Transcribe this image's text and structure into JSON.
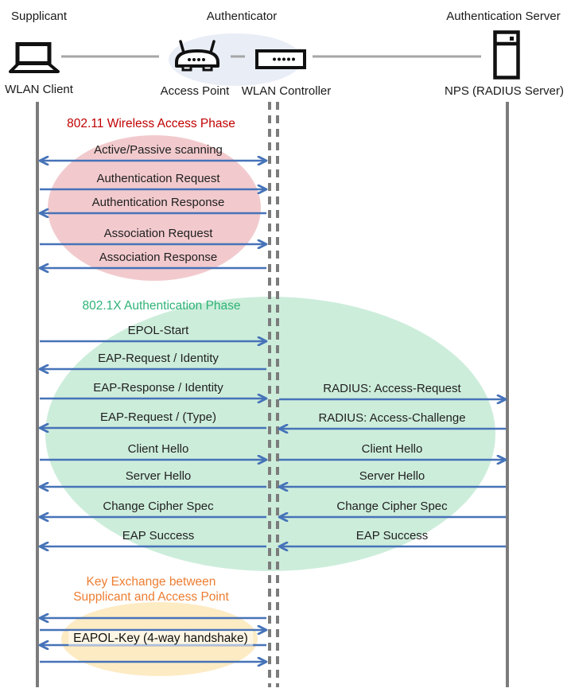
{
  "header": {
    "roles": [
      {
        "role": "Supplicant",
        "device": "WLAN Client",
        "icon": "laptop-icon"
      },
      {
        "role": "Authenticator",
        "devices": [
          {
            "label": "Access Point",
            "icon": "access-point-icon"
          },
          {
            "label": "WLAN Controller",
            "icon": "wlan-controller-icon"
          }
        ]
      },
      {
        "role": "Authentication Server",
        "device": "NPS (RADIUS Server)",
        "icon": "server-icon"
      }
    ]
  },
  "phases": [
    {
      "id": "wireless-access",
      "title": "802.11 Wireless Access Phase"
    },
    {
      "id": "dot1x-authentication",
      "title": "802.1X Authentication Phase"
    },
    {
      "id": "key-exchange",
      "title_lines": [
        "Key Exchange between",
        "Supplicant and Access Point"
      ],
      "message_label": "EAPOL-Key (4-way handshake)"
    }
  ],
  "messages": [
    {
      "label": "Active/Passive scanning",
      "from": "wlan-client",
      "to": "wlan-controller",
      "dir": "both"
    },
    {
      "label": "Authentication Request",
      "from": "wlan-client",
      "to": "wlan-controller",
      "dir": "right"
    },
    {
      "label": "Authentication Response",
      "from": "wlan-controller",
      "to": "wlan-client",
      "dir": "left"
    },
    {
      "label": "Association Request",
      "from": "wlan-client",
      "to": "wlan-controller",
      "dir": "right"
    },
    {
      "label": "Association Response",
      "from": "wlan-controller",
      "to": "wlan-client",
      "dir": "left"
    },
    {
      "label": "EPOL-Start",
      "from": "wlan-client",
      "to": "wlan-controller",
      "dir": "right"
    },
    {
      "label": "EAP-Request / Identity",
      "from": "wlan-controller",
      "to": "wlan-client",
      "dir": "left"
    },
    {
      "label": "EAP-Response / Identity",
      "from": "wlan-client",
      "to": "wlan-controller",
      "dir": "right"
    },
    {
      "label": "EAP-Request / (Type)",
      "from": "wlan-controller",
      "to": "wlan-client",
      "dir": "left"
    },
    {
      "label": "Client Hello",
      "from": "wlan-client",
      "to": "wlan-controller",
      "dir": "right"
    },
    {
      "label": "Server Hello",
      "from": "wlan-controller",
      "to": "wlan-client",
      "dir": "left"
    },
    {
      "label": "Change Cipher Spec",
      "from": "wlan-controller",
      "to": "wlan-client",
      "dir": "left"
    },
    {
      "label": "EAP Success",
      "from": "wlan-controller",
      "to": "wlan-client",
      "dir": "left"
    },
    {
      "label": "RADIUS: Access-Request",
      "from": "wlan-controller",
      "to": "radius-server",
      "dir": "right"
    },
    {
      "label": "RADIUS: Access-Challenge",
      "from": "radius-server",
      "to": "wlan-controller",
      "dir": "left"
    },
    {
      "label": "Client Hello",
      "from": "wlan-controller",
      "to": "radius-server",
      "dir": "right"
    },
    {
      "label": "Server Hello",
      "from": "radius-server",
      "to": "wlan-controller",
      "dir": "left"
    },
    {
      "label": "Change Cipher Spec",
      "from": "radius-server",
      "to": "wlan-controller",
      "dir": "left"
    },
    {
      "label": "EAP Success",
      "from": "radius-server",
      "to": "wlan-controller",
      "dir": "left"
    },
    {
      "label": "",
      "from": "wlan-controller",
      "to": "wlan-client",
      "dir": "left"
    },
    {
      "label": "",
      "from": "wlan-client",
      "to": "wlan-controller",
      "dir": "right"
    },
    {
      "label": "",
      "from": "wlan-controller",
      "to": "wlan-client",
      "dir": "left"
    },
    {
      "label": "",
      "from": "wlan-client",
      "to": "wlan-controller",
      "dir": "right"
    }
  ],
  "colors": {
    "arrow_blue": "#4673B8",
    "lifeline_gray": "#7C7C7C",
    "connector_gray": "#A6A6A6",
    "phase1_red": "#C00000",
    "phase2_green": "#2EB377",
    "phase3_orange": "#ED7D31",
    "ellipse_pink": "#F2CACD",
    "ellipse_green": "#CDEDDB",
    "ellipse_yellow": "#FDEBC4",
    "ellipse_blue": "#E9EDF6"
  }
}
